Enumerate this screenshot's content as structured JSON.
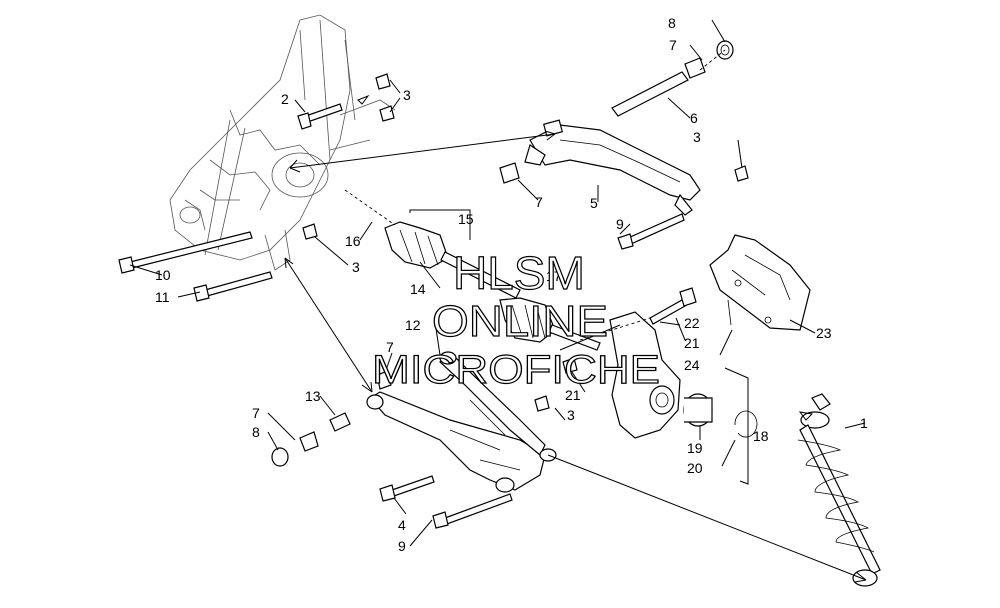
{
  "diagram": {
    "callouts": {
      "c1": "1",
      "c2": "2",
      "c3a": "3",
      "c3b": "3",
      "c3c": "3",
      "c3d": "3",
      "c4": "4",
      "c5": "5",
      "c6": "6",
      "c7a": "7",
      "c7b": "7",
      "c7c": "7",
      "c7d": "7",
      "c8a": "8",
      "c8b": "8",
      "c9a": "9",
      "c9b": "9",
      "c10": "10",
      "c11": "11",
      "c12": "12",
      "c13": "13",
      "c14": "14",
      "c15": "15",
      "c16": "16",
      "c17": "17",
      "c18": "18",
      "c19": "19",
      "c20": "20",
      "c21a": "21",
      "c21b": "21",
      "c22": "22",
      "c23": "23",
      "c24": "24"
    }
  },
  "watermark": {
    "line1": "HLSM",
    "line2": "ONLINE",
    "line3": "MICROFICHE"
  }
}
